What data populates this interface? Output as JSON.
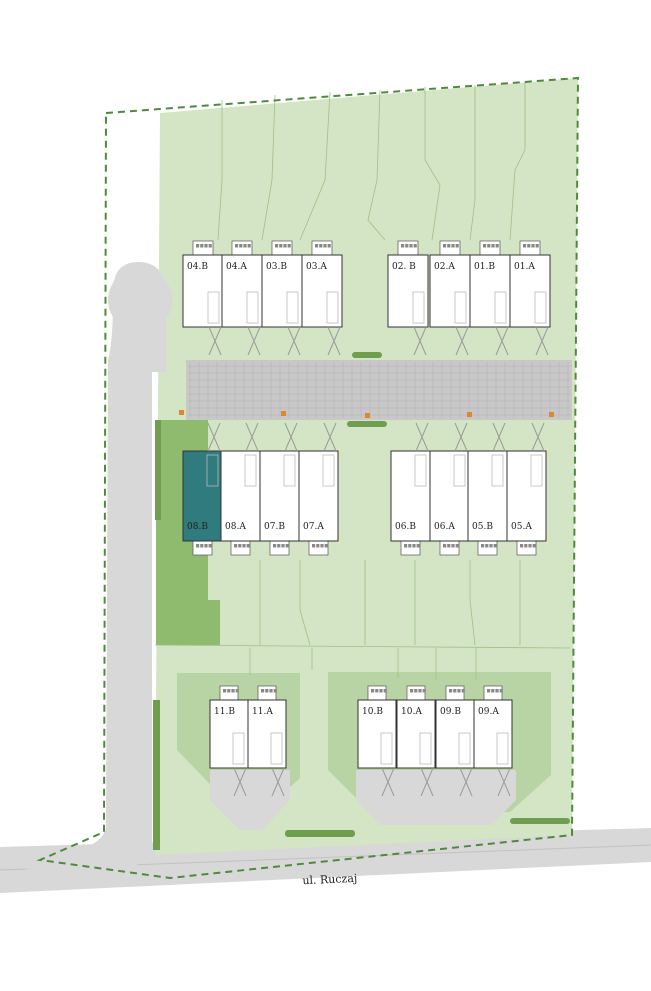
{
  "map": {
    "street": "ul. Ruczaj",
    "colors": {
      "plot": "#d3e5c4",
      "plot_dark": "#8fbb6e",
      "hedge": "#6f9f4e",
      "boundary": "#4f8a3c",
      "road": "#d8d8d8",
      "paving": "#c8c8c8",
      "selected": "#2f7b7d"
    },
    "selected_unit": "08.B",
    "units_top": [
      "04.B",
      "04.A",
      "03.B",
      "03.A",
      "02. B",
      "02.A",
      "01.B",
      "01.A"
    ],
    "units_middle": [
      "08.B",
      "08.A",
      "07.B",
      "07.A",
      "06.B",
      "06.A",
      "05.B",
      "05.A"
    ],
    "units_bottom": [
      "11.B",
      "11.A",
      "10.B",
      "10.A",
      "09.B",
      "09.A"
    ]
  }
}
